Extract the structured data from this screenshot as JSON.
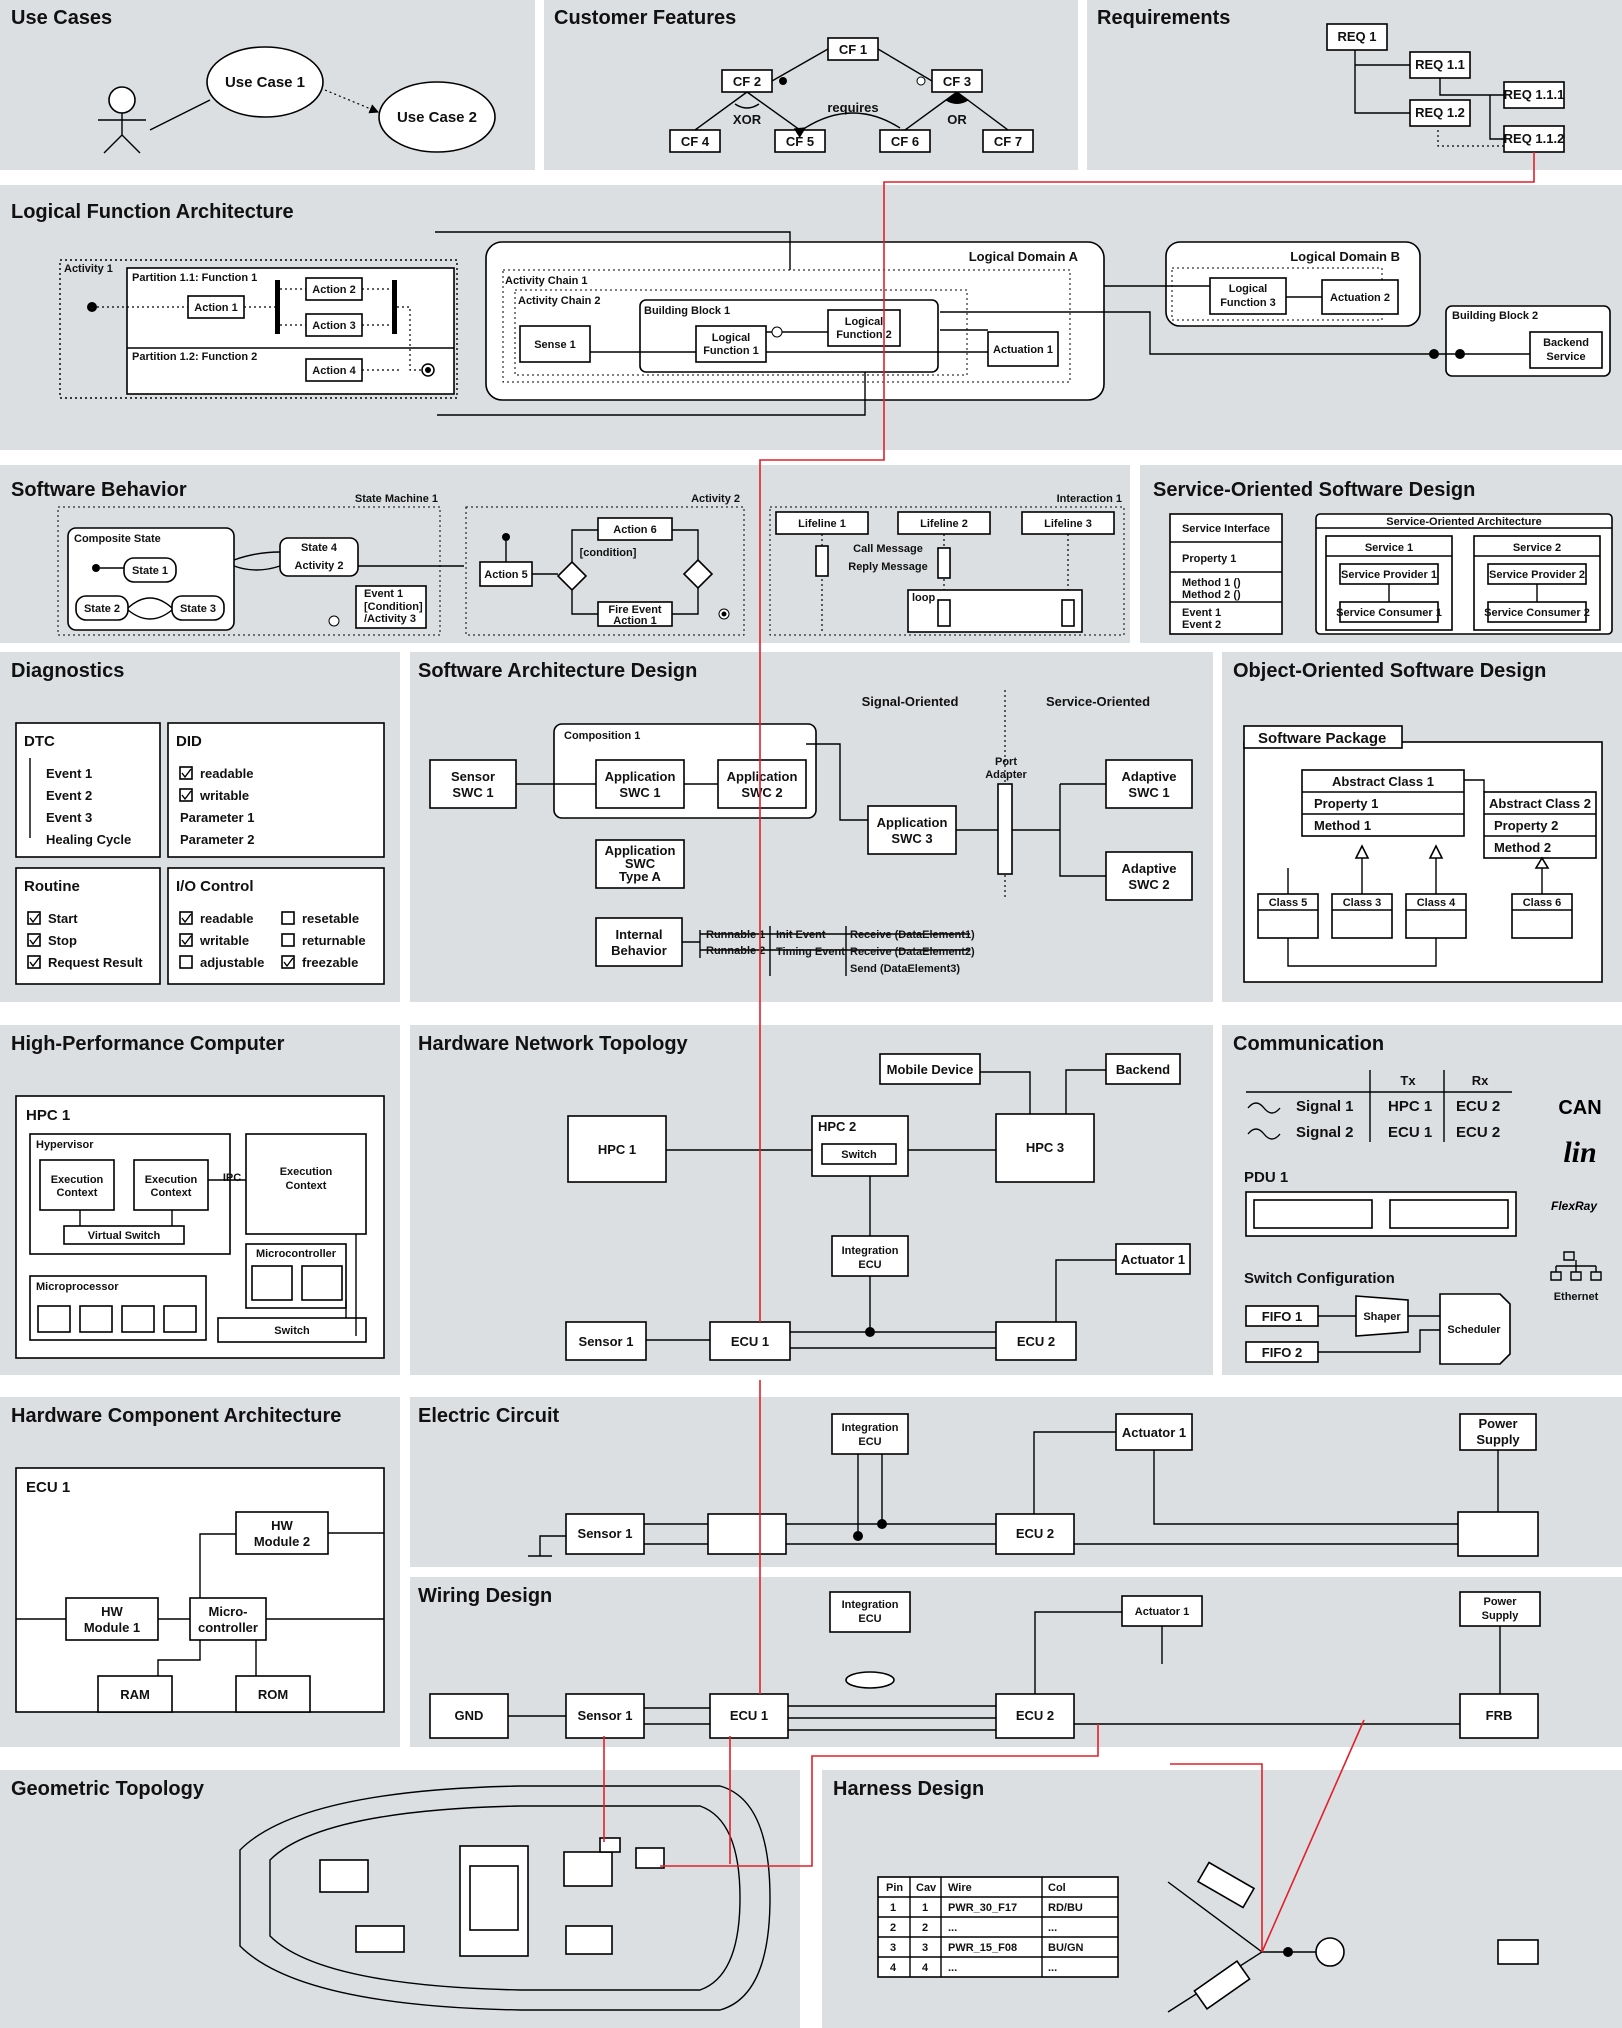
{
  "colors": {
    "panel": "#dcdfe1",
    "trace": "#e0212b",
    "ink": "#111111"
  },
  "sections": {
    "use_cases": "Use Cases",
    "customer_features": "Customer Features",
    "requirements": "Requirements",
    "logical_function_architecture": "Logical Function Architecture",
    "software_behavior": "Software Behavior",
    "soa_design": "Service-Oriented Software Design",
    "diagnostics": "Diagnostics",
    "sw_architecture": "Software Architecture Design",
    "oo_design": "Object-Oriented Software Design",
    "hpc": "High-Performance Computer",
    "network_topology": "Hardware Network Topology",
    "communication": "Communication",
    "hw_component": "Hardware Component Architecture",
    "electric_circuit": "Electric Circuit",
    "wiring": "Wiring Design",
    "geometric": "Geometric Topology",
    "harness": "Harness Design"
  },
  "use_cases": {
    "uc1": "Use Case 1",
    "uc2": "Use Case 2"
  },
  "features": {
    "cf1": "CF 1",
    "cf2": "CF 2",
    "cf3": "CF 3",
    "cf4": "CF 4",
    "cf5": "CF 5",
    "cf6": "CF 6",
    "cf7": "CF 7",
    "xor": "XOR",
    "or": "OR",
    "requires": "requires"
  },
  "requirements": {
    "r1": "REQ 1",
    "r11": "REQ 1.1",
    "r111": "REQ 1.1.1",
    "r12": "REQ 1.2",
    "r112": "REQ 1.1.2"
  },
  "lfa": {
    "activity1": "Activity 1",
    "partition1": "Partition 1.1: Function 1",
    "partition2": "Partition 1.2: Function 2",
    "action1": "Action 1",
    "action2": "Action 2",
    "action3": "Action 3",
    "action4": "Action 4",
    "domainA": "Logical Domain A",
    "domainB": "Logical Domain B",
    "chain1": "Activity Chain 1",
    "chain2": "Activity Chain 2",
    "bb1": "Building Block 1",
    "sense1": "Sense 1",
    "lf1a": "Logical",
    "lf1b": "Function 1",
    "lf2a": "Logical",
    "lf2b": "Function 2",
    "act1": "Actuation 1",
    "lf3a": "Logical",
    "lf3b": "Function 3",
    "act2": "Actuation 2",
    "bb2": "Building Block 2",
    "bs1": "Backend",
    "bs2": "Service"
  },
  "behavior": {
    "sm": "State Machine 1",
    "composite": "Composite State",
    "s1": "State 1",
    "s2": "State 2",
    "s3": "State 3",
    "s4": "State 4",
    "a2": "Activity 2",
    "ev1": "Event 1",
    "cond": "[Condition]",
    "act3": "/Activity 3",
    "activity2": "Activity 2",
    "action5": "Action 5",
    "action6": "Action 6",
    "condition": "[condition]",
    "fire1": "Fire Event",
    "fire2": "Action 1",
    "interaction": "Interaction 1",
    "ll1": "Lifeline 1",
    "ll2": "Lifeline 2",
    "ll3": "Lifeline 3",
    "call": "Call Message",
    "reply": "Reply Message",
    "loop": "loop"
  },
  "soa": {
    "si": "Service Interface",
    "prop": "Property 1",
    "m1": "Method 1 ()",
    "m2": "Method 2 ()",
    "e1": "Event 1",
    "e2": "Event 2",
    "arch": "Service-Oriented Architecture",
    "svc1": "Service 1",
    "svc2": "Service 2",
    "sp1": "Service Provider 1",
    "sc1": "Service Consumer 1",
    "sp2": "Service Provider 2",
    "sc2": "Service Consumer 2"
  },
  "diagnostics": {
    "dtc": "DTC",
    "dtc_items": [
      "Event 1",
      "Event 2",
      "Event 3",
      "Healing Cycle"
    ],
    "did": "DID",
    "did_items": [
      "readable",
      "writable",
      "Parameter 1",
      "Parameter 2"
    ],
    "routine": "Routine",
    "routine_items": [
      "Start",
      "Stop",
      "Request Result"
    ],
    "io": "I/O Control",
    "io_col1": [
      "readable",
      "writable",
      "adjustable"
    ],
    "io_col2": [
      "resetable",
      "returnable",
      "freezable"
    ]
  },
  "swa": {
    "sig": "Signal-Oriented",
    "svc": "Service-Oriented",
    "comp": "Composition 1",
    "sensor1": "Sensor",
    "sensor2": "SWC 1",
    "app1a": "Application",
    "app1b": "SWC 1",
    "app2a": "Application",
    "app2b": "SWC 2",
    "app3a": "Application",
    "app3b": "SWC 3",
    "appAa": "Application",
    "appAb": "SWC",
    "appAc": "Type A",
    "pa1": "Port",
    "pa2": "Adapter",
    "ad1a": "Adaptive",
    "ad1b": "SWC 1",
    "ad2a": "Adaptive",
    "ad2b": "SWC 2",
    "ib1": "Internal",
    "ib2": "Behavior",
    "r1": "Runnable 1",
    "r2": "Runnable 2",
    "ie": "Init Event",
    "te": "Timing Event",
    "rd1": "Receive (DataElement1)",
    "rd2": "Receive (DataElement2)",
    "sd3": "Send (DataElement3)"
  },
  "oo": {
    "pkg": "Software Package",
    "ac1": "Abstract Class 1",
    "p1": "Property 1",
    "m1": "Method 1",
    "ac2": "Abstract Class 2",
    "p2": "Property 2",
    "m2": "Method 2",
    "c5": "Class 5",
    "c3": "Class 3",
    "c4": "Class 4",
    "c6": "Class 6"
  },
  "hpc": {
    "hpc1": "HPC 1",
    "hyp": "Hypervisor",
    "ec1a": "Execution",
    "ec1b": "Context",
    "vs": "Virtual Switch",
    "ipc": "IPC",
    "mc": "Microcontroller",
    "mp": "Microprocessor",
    "sw": "Switch"
  },
  "net": {
    "hpc1": "HPC 1",
    "hpc2": "HPC 2",
    "switch": "Switch",
    "hpc3": "HPC 3",
    "mobile": "Mobile Device",
    "backend": "Backend",
    "ie1": "Integration",
    "ie2": "ECU",
    "act": "Actuator 1",
    "sensor": "Sensor 1",
    "ecu1": "ECU 1",
    "ecu2": "ECU 2"
  },
  "comm": {
    "tx": "Tx",
    "rx": "Rx",
    "sig1": "Signal 1",
    "sig2": "Signal 2",
    "s1tx": "HPC 1",
    "s1rx": "ECU 2",
    "s2tx": "ECU 1",
    "s2rx": "ECU 2",
    "pdu": "PDU 1",
    "swc": "Switch Configuration",
    "fifo1": "FIFO 1",
    "fifo2": "FIFO 2",
    "shaper": "Shaper",
    "sched": "Scheduler",
    "can": "CAN",
    "lin": "lin",
    "flex": "FlexRay",
    "eth": "Ethernet"
  },
  "hwc": {
    "ecu": "ECU 1",
    "hw2a": "HW",
    "hw2b": "Module 2",
    "hw1a": "HW",
    "hw1b": "Module 1",
    "mc1": "Micro-",
    "mc2": "controller",
    "ram": "RAM",
    "rom": "ROM"
  },
  "ec": {
    "ie1": "Integration",
    "ie2": "ECU",
    "act": "Actuator 1",
    "ps1": "Power",
    "ps2": "Supply",
    "sensor": "Sensor 1",
    "ecu2": "ECU 2"
  },
  "wd": {
    "ie1": "Integration",
    "ie2": "ECU",
    "act": "Actuator 1",
    "ps1": "Power",
    "ps2": "Supply",
    "gnd": "GND",
    "sensor": "Sensor 1",
    "ecu1": "ECU 1",
    "ecu2": "ECU 2",
    "frb": "FRB"
  },
  "harness": {
    "headers": [
      "Pin",
      "Cav",
      "Wire",
      "Col"
    ],
    "rows": [
      [
        "1",
        "1",
        "PWR_30_F17",
        "RD/BU"
      ],
      [
        "2",
        "2",
        "...",
        "..."
      ],
      [
        "3",
        "3",
        "PWR_15_F08",
        "BU/GN"
      ],
      [
        "4",
        "4",
        "...",
        "..."
      ]
    ]
  }
}
